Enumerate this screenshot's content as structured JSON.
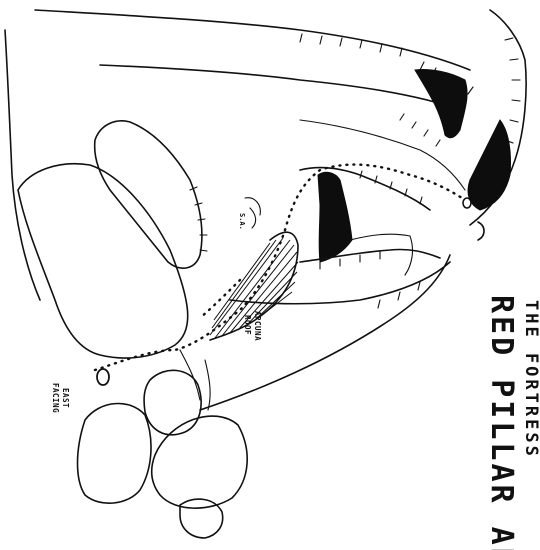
{
  "diagram": {
    "subtitle": "THE FORTRESS",
    "title": "RED PILLAR AR",
    "labels": {
      "roof": "ARCUNA ROOF",
      "roof_line1": "ARCUNA",
      "roof_line2": "ROOF",
      "facing": "EAST FACING",
      "facing_line1": "EAST",
      "facing_line2": "FACING",
      "small": "S.A."
    },
    "colors": {
      "ink": "#111111",
      "paper": "#ffffff"
    }
  }
}
